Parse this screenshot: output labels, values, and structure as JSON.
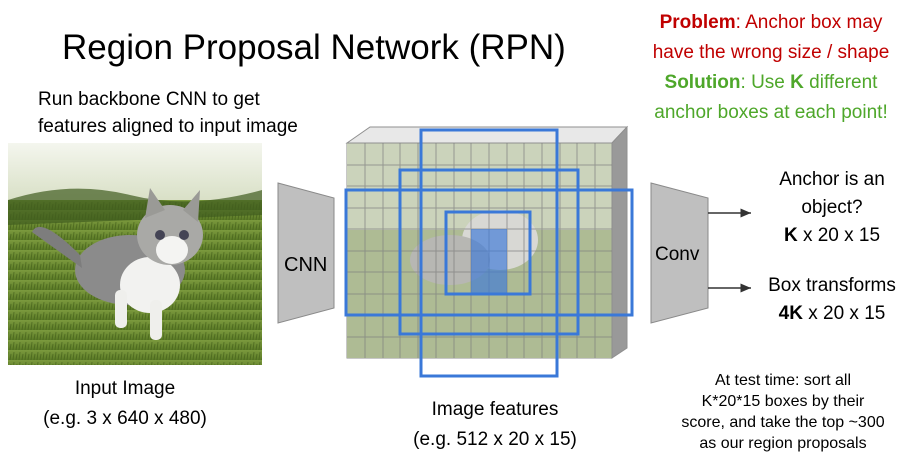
{
  "title": "Region Proposal Network (RPN)",
  "backbone_caption": [
    "Run backbone CNN to get",
    "features aligned to input image"
  ],
  "input_caption": [
    "Input Image",
    "(e.g. 3 x 640 x 480)"
  ],
  "features_caption": [
    "Image features",
    "(e.g. 512 x 20 x 15)"
  ],
  "cnn_label": "CNN",
  "conv_label": "Conv",
  "problem": {
    "label": "Problem",
    "text1": ": Anchor box may",
    "text2": "have the wrong size / shape"
  },
  "solution": {
    "label": "Solution",
    "text1": ": Use ",
    "k": "K",
    "text2": " different",
    "text3": "anchor boxes at each point!"
  },
  "output1": {
    "line1": "Anchor is an",
    "line2": "object?",
    "dims_bold": "K",
    "dims_rest": " x 20 x 15"
  },
  "output2": {
    "line1": "Box transforms",
    "dims_bold": "4K",
    "dims_rest": " x 20 x 15"
  },
  "test_note": [
    "At test time: sort all",
    "K*20*15 boxes by their",
    "score, and take the top ~300",
    "as our region proposals"
  ],
  "colors": {
    "problem": "#c00000",
    "solution": "#4ea72a",
    "anchor_box": "#3a78d8",
    "trapezoid": "#bdbdbd"
  }
}
